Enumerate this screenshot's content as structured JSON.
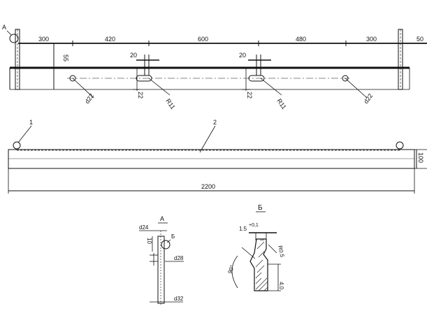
{
  "top_view": {
    "callout_a": "A",
    "dims": [
      "300",
      "420",
      "600",
      "480",
      "300",
      "50"
    ],
    "height_dim": "55",
    "slot_width_left": "20",
    "slot_width_right": "20",
    "slot_height_left": "22",
    "slot_height_right": "22",
    "hole_left": "d22",
    "hole_right": "d22",
    "radius_left": "R11",
    "radius_right": "R11"
  },
  "front_view": {
    "balloon_1": "1",
    "balloon_2": "2",
    "length": "2200",
    "height": "100"
  },
  "detail_a": {
    "title": "A",
    "d24": "d24",
    "dim_10": "10",
    "mark_b": "Б",
    "d28": "d28",
    "d32": "d32"
  },
  "detail_b": {
    "title": "Б",
    "dim_15": "1.5",
    "tol": "+0,1",
    "radius": "R0.5",
    "angle": "90°",
    "depth": "4.0"
  },
  "colors": {
    "line": "#111111",
    "background": "#ffffff"
  }
}
